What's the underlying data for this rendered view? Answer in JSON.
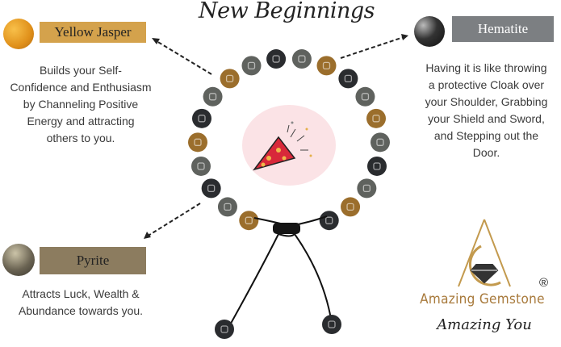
{
  "title": "New Beginnings",
  "stones": [
    {
      "name": "Yellow Jasper",
      "description": "Builds your Self-Confidence and Enthusiasm by Channeling Positive Energy and attracting others to you.",
      "lines": [
        "Builds your Self-",
        "Confidence and Enthusiasm",
        "by Channeling Positive",
        "Energy and attracting",
        "others to you."
      ],
      "label_color": "#d4a24c",
      "stone_color": "#e59a1f"
    },
    {
      "name": "Hematite",
      "lines": [
        "Having it is like throwing",
        "a protective Cloak over",
        "your Shoulder, Grabbing",
        "your Shield and Sword,",
        "and Stepping out the",
        "Door."
      ],
      "label_color": "#7c7f82",
      "stone_color": "#2b2d30"
    },
    {
      "name": "Pyrite",
      "lines": [
        "Attracts Luck, Wealth &",
        "Abundance towards you."
      ],
      "label_color": "#8c7c5f",
      "stone_color": "#6b6453"
    }
  ],
  "brand": {
    "name": "Amazing Gemstone",
    "registered": "®",
    "slogan": "Amazing You",
    "color": "#a87a3c"
  },
  "bead_colors": {
    "tiger_eye": "#9b6e2c",
    "gray": "#5f625e",
    "hematite": "#2a2c2f"
  }
}
